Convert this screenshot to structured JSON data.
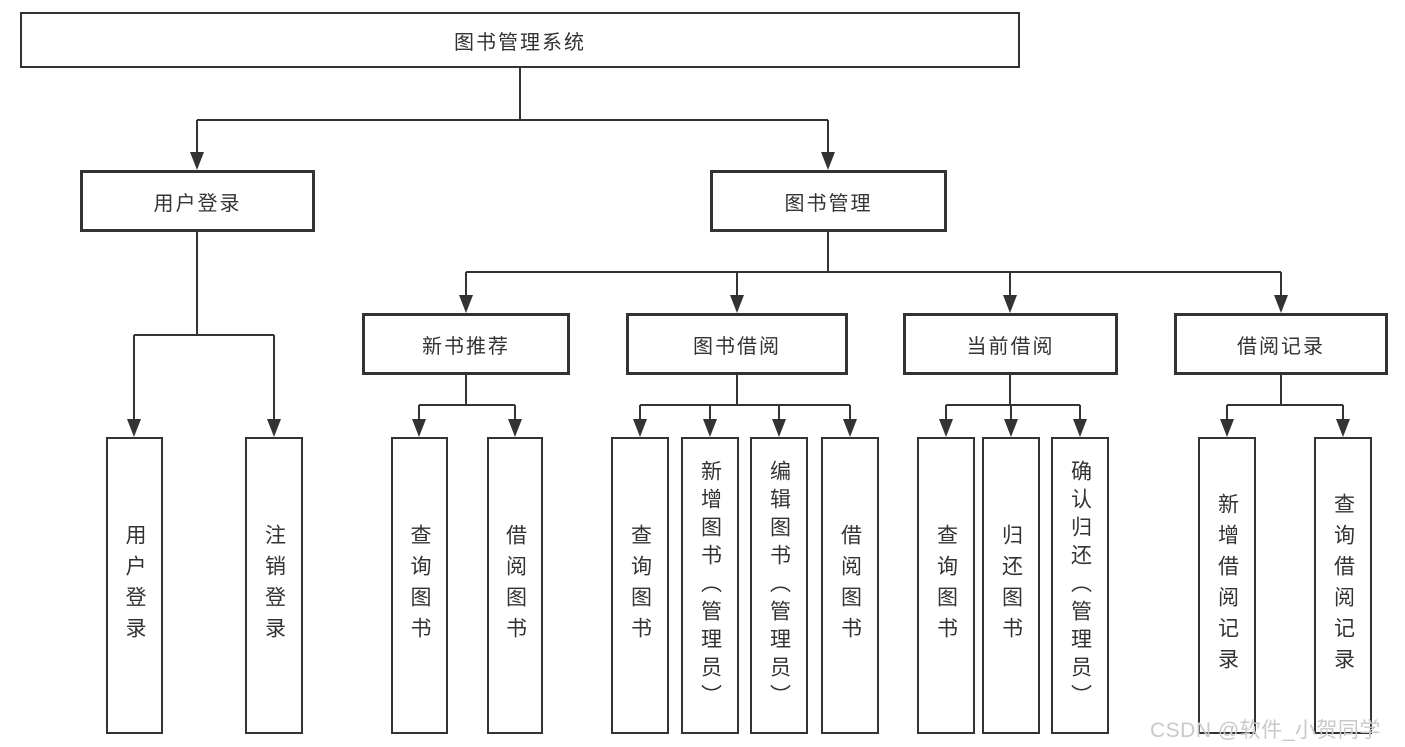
{
  "tree": {
    "root": {
      "label": "图书管理系统"
    },
    "branches": [
      {
        "label": "用户登录",
        "children": [
          {
            "label": "用户登录"
          },
          {
            "label": "注销登录"
          }
        ]
      },
      {
        "label": "图书管理",
        "children": [
          {
            "label": "新书推荐",
            "children": [
              {
                "label": "查询图书"
              },
              {
                "label": "借阅图书"
              }
            ]
          },
          {
            "label": "图书借阅",
            "children": [
              {
                "label": "查询图书"
              },
              {
                "label": "新增图书（管理员）"
              },
              {
                "label": "编辑图书（管理员）"
              },
              {
                "label": "借阅图书"
              }
            ]
          },
          {
            "label": "当前借阅",
            "children": [
              {
                "label": "查询图书"
              },
              {
                "label": "归还图书"
              },
              {
                "label": "确认归还（管理员）"
              }
            ]
          },
          {
            "label": "借阅记录",
            "children": [
              {
                "label": "新增借阅记录"
              },
              {
                "label": "查询借阅记录"
              }
            ]
          }
        ]
      }
    ]
  },
  "watermark": {
    "text": "CSDN @软件_小贺同学"
  },
  "colors": {
    "line": "#333333",
    "box_border": "#333333",
    "text": "#333333",
    "watermark": "#c9c9c9",
    "background": "#ffffff"
  }
}
